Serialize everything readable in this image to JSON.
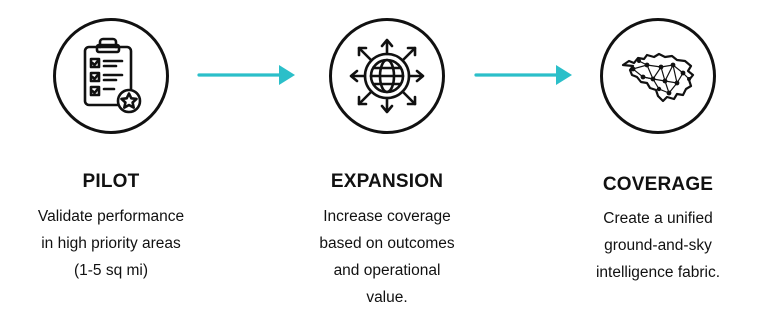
{
  "colors": {
    "arrow": "#2bbfc9",
    "icon": "#111111"
  },
  "stages": [
    {
      "icon": "checklist-clipboard-icon",
      "title": "PILOT",
      "lines": [
        "Validate performance",
        "in high priority areas",
        "(1-5 sq mi)"
      ]
    },
    {
      "icon": "globe-expand-icon",
      "title": "EXPANSION",
      "lines": [
        "Increase coverage",
        "based on outcomes",
        "and operational",
        "value."
      ]
    },
    {
      "icon": "network-map-icon",
      "title": "COVERAGE",
      "lines": [
        "Create a unified",
        "ground-and-sky",
        "intelligence fabric."
      ]
    }
  ]
}
